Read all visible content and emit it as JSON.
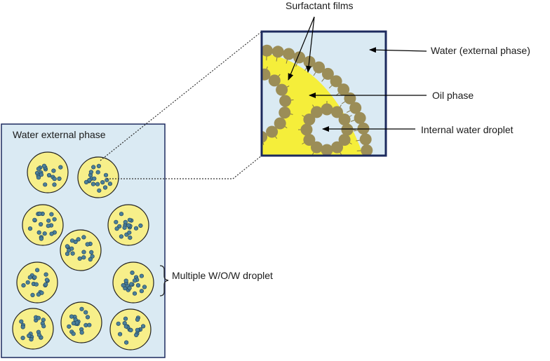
{
  "labels": {
    "surfactant_films": "Surfactant films",
    "water_external": "Water (external phase)",
    "oil_phase": "Oil phase",
    "internal_water_droplet": "Internal water droplet",
    "water_external_phase_box": "Water external phase",
    "multiple_droplet": "Multiple W/O/W droplet"
  },
  "colors": {
    "water": "#daeaf3",
    "oil": "#f7ef8a",
    "oil_bright": "#f5ee3a",
    "surfactant": "#9b8d57",
    "inner_drop": "#4a7f9a",
    "border": "#1c2a5e"
  }
}
